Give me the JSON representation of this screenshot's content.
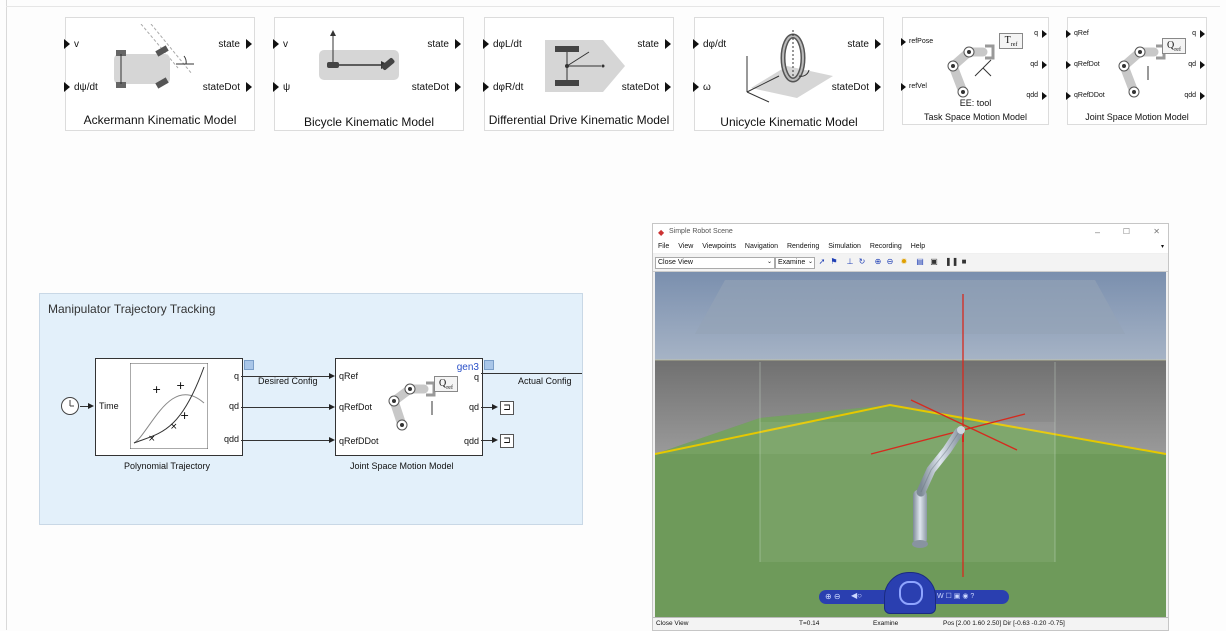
{
  "blocks": {
    "ackermann": {
      "ports_in": [
        "v",
        "dψ/dt"
      ],
      "ports_out": [
        "state",
        "stateDot"
      ],
      "caption": "Ackermann Kinematic Model"
    },
    "bicycle": {
      "ports_in": [
        "v",
        "ψ"
      ],
      "ports_out": [
        "state",
        "stateDot"
      ],
      "caption": "Bicycle Kinematic Model"
    },
    "diffdrive": {
      "ports_in": [
        "dφL/dt",
        "dφR/dt"
      ],
      "ports_out": [
        "state",
        "stateDot"
      ],
      "caption": "Differential Drive Kinematic Model"
    },
    "unicycle": {
      "ports_in": [
        "dφ/dt",
        "ω"
      ],
      "ports_out": [
        "state",
        "stateDot"
      ],
      "caption": "Unicycle Kinematic Model"
    },
    "taskspace": {
      "ports_in": [
        "refPose",
        "refVel"
      ],
      "ports_out": [
        "q",
        "qd",
        "qdd"
      ],
      "caption": "Task Space Motion Model",
      "ee_label": "EE: tool",
      "tref": "T",
      "tref_sub": "ref"
    },
    "jointspace": {
      "ports_in": [
        "qRef",
        "qRefDot",
        "qRefDDot"
      ],
      "ports_out": [
        "q",
        "qd",
        "qdd"
      ],
      "caption": "Joint Space Motion Model",
      "qref": "Q",
      "qref_sub": "ref"
    }
  },
  "manipulator": {
    "title": "Manipulator Trajectory Tracking",
    "clock_label": "Time",
    "traj_block": {
      "caption": "Polynomial Trajectory",
      "outputs": [
        "q",
        "qd",
        "qdd"
      ]
    },
    "motion_block": {
      "caption": "Joint Space Motion Model",
      "inputs": [
        "qRef",
        "qRefDot",
        "qRefDDot"
      ],
      "outputs": [
        "q",
        "qd",
        "qdd"
      ],
      "robot_name": "gen3",
      "qref": "Q",
      "qref_sub": "ref"
    },
    "signals": {
      "desired": "Desired Config",
      "actual": "Actual Config"
    }
  },
  "scene": {
    "title": "Simple Robot Scene",
    "menu": [
      "File",
      "View",
      "Viewpoints",
      "Navigation",
      "Rendering",
      "Simulation",
      "Recording",
      "Help"
    ],
    "viewpoint_select": "Close View",
    "nav_mode_select": "Examine",
    "status": {
      "view": "Close View",
      "time": "T=0.14",
      "mode": "Examine",
      "pos": "Pos [2.00 1.60 2.50] Dir [-0.63 -0.20 -0.75]"
    },
    "window_controls": [
      "–",
      "☐",
      "✕"
    ]
  },
  "colors": {
    "accent_blue": "#1f3fb5",
    "signal_blue": "#2a50c8",
    "floor_green": "#6e9a5a",
    "axis_red": "#d62a1e",
    "floor_edge_yellow": "#e6c800"
  }
}
